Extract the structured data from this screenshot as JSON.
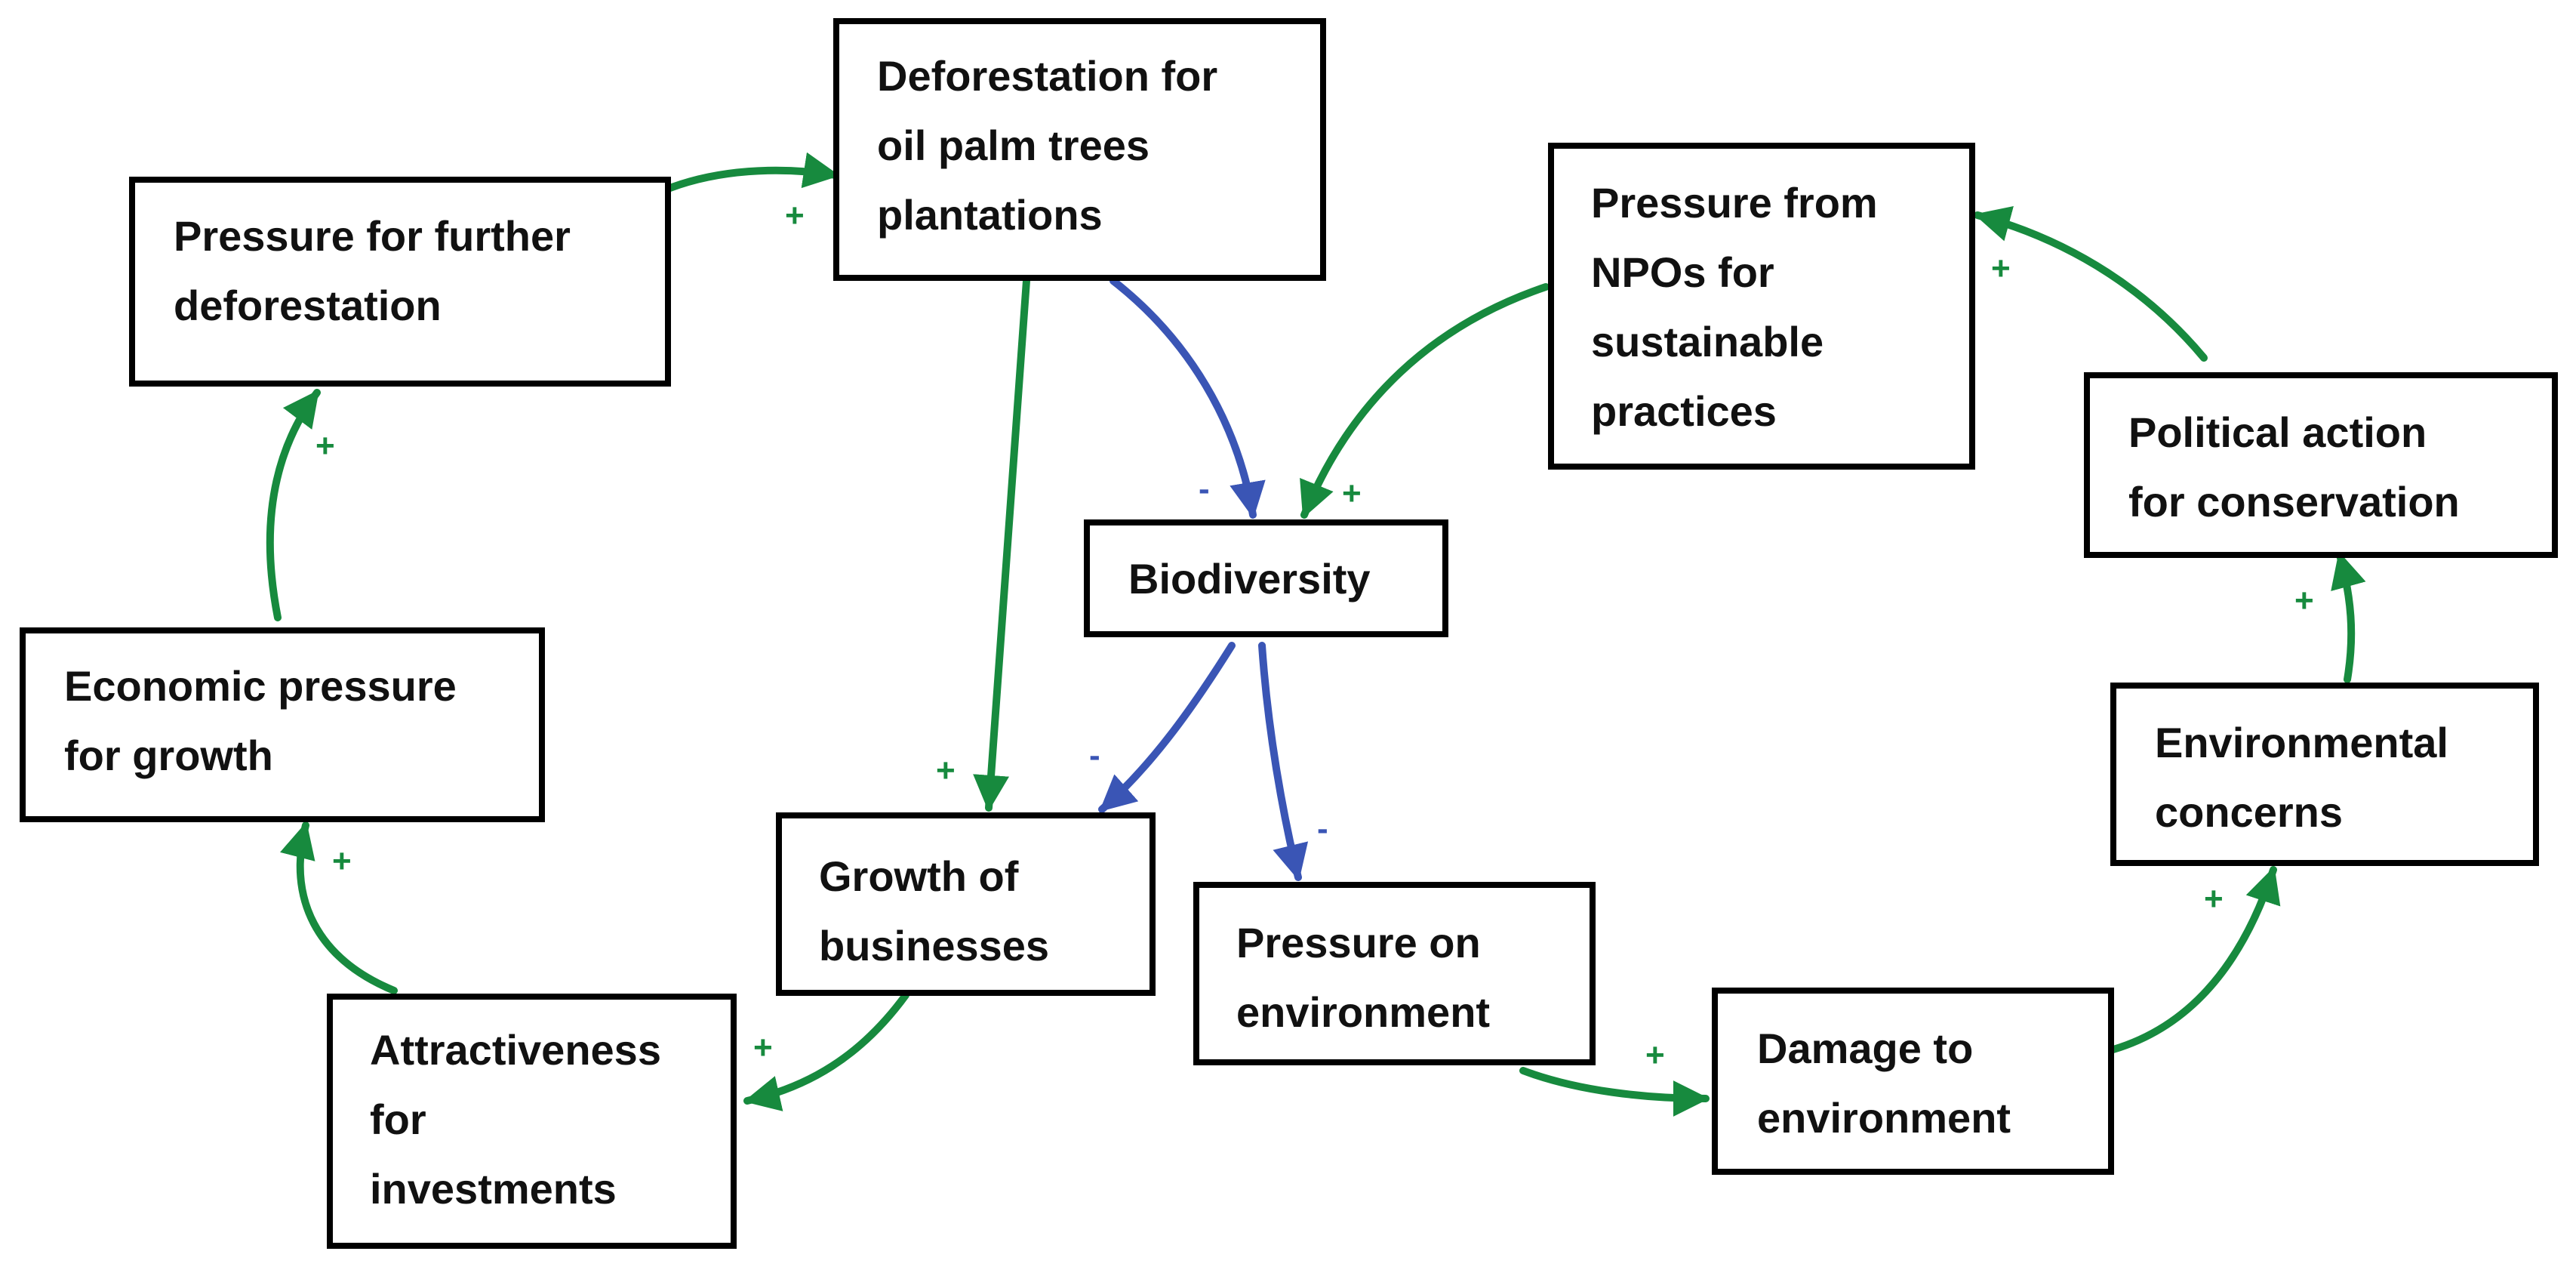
{
  "colors": {
    "positive": "#178a3e",
    "negative": "#3a55b5",
    "box_border": "#000000",
    "text": "#111111"
  },
  "nodes": {
    "deforestation": [
      "Deforestation for",
      "oil palm trees",
      "plantations"
    ],
    "further_pressure": [
      "Pressure for further",
      "deforestation"
    ],
    "economic": [
      "Economic pressure",
      "for growth"
    ],
    "attractiveness": [
      "Attractiveness",
      "for",
      "investments"
    ],
    "growth": [
      "Growth of",
      "businesses"
    ],
    "biodiversity": [
      "Biodiversity"
    ],
    "pressure_env": [
      "Pressure on",
      "environment"
    ],
    "damage": [
      "Damage to",
      "environment"
    ],
    "concerns": [
      "Environmental",
      "concerns"
    ],
    "political": [
      "Political action",
      "for conservation"
    ],
    "npo": [
      "Pressure from",
      "NPOs for",
      "sustainable",
      "practices"
    ]
  },
  "edges": [
    {
      "from": "further_pressure",
      "to": "deforestation",
      "polarity": "+"
    },
    {
      "from": "deforestation",
      "to": "biodiversity",
      "polarity": "-"
    },
    {
      "from": "deforestation",
      "to": "growth",
      "polarity": "+"
    },
    {
      "from": "npo",
      "to": "biodiversity",
      "polarity": "+"
    },
    {
      "from": "biodiversity",
      "to": "growth",
      "polarity": "-"
    },
    {
      "from": "biodiversity",
      "to": "pressure_env",
      "polarity": "-"
    },
    {
      "from": "growth",
      "to": "attractiveness",
      "polarity": "+"
    },
    {
      "from": "attractiveness",
      "to": "economic",
      "polarity": "+"
    },
    {
      "from": "economic",
      "to": "further_pressure",
      "polarity": "+"
    },
    {
      "from": "pressure_env",
      "to": "damage",
      "polarity": "+"
    },
    {
      "from": "damage",
      "to": "concerns",
      "polarity": "+"
    },
    {
      "from": "concerns",
      "to": "political",
      "polarity": "+"
    },
    {
      "from": "political",
      "to": "npo",
      "polarity": "+"
    }
  ]
}
